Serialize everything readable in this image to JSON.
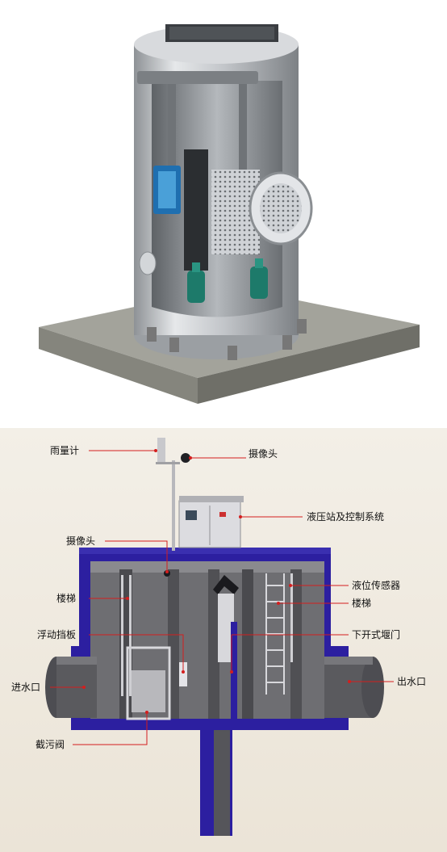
{
  "diagram": {
    "labels": {
      "rain_gauge": "雨量计",
      "camera_top": "摄像头",
      "hydraulic_station": "液压站及控制系统",
      "camera_inside": "摄像头",
      "level_sensor": "液位传感器",
      "ladder_left": "楼梯",
      "ladder_right": "楼梯",
      "floating_baffle": "浮动挡板",
      "bottom_gate": "下开式堰门",
      "inlet": "进水口",
      "outlet": "出水口",
      "trash_valve": "截污阀"
    },
    "colors": {
      "structure_blue": "#2c1fa0",
      "leader_red": "#d41e1e",
      "steel": "#c9ccd0",
      "pump_green": "#1d7a6a",
      "concrete": "#9e9e96"
    }
  }
}
